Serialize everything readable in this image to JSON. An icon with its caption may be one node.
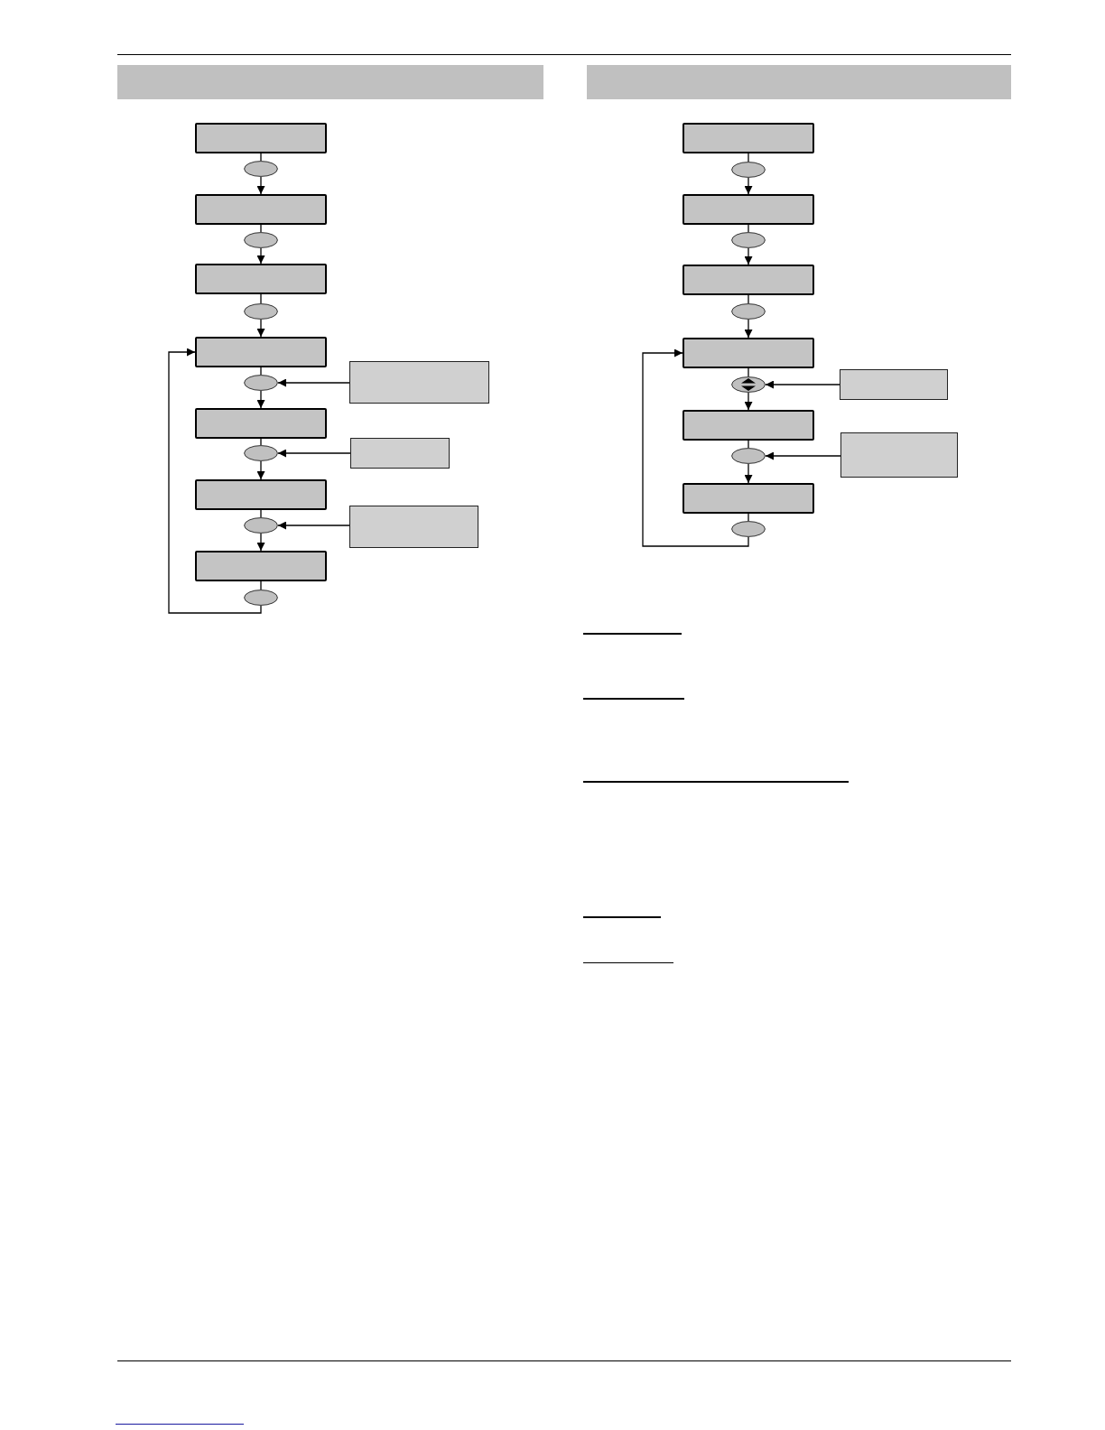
{
  "diagram": {
    "nodes": [
      {
        "text": [],
        "shape": "box"
      },
      {
        "text": [],
        "shape": "oval"
      },
      {
        "text": [],
        "shape": "box"
      },
      {
        "text": [],
        "shape": "oval"
      },
      {
        "text": [],
        "shape": "box"
      },
      {
        "text": [],
        "shape": "oval"
      },
      {
        "text": [],
        "shape": "box"
      },
      {
        "text": [],
        "shape": "oval"
      },
      {
        "text": [],
        "shape": "box"
      },
      {
        "text": [],
        "shape": "box"
      },
      {
        "text": [],
        "shape": "oval"
      },
      {
        "text": [],
        "shape": "box"
      },
      {
        "text": [],
        "shape": "box"
      },
      {
        "text": [],
        "shape": "oval"
      },
      {
        "text": [],
        "shape": "box"
      },
      {
        "text": [],
        "shape": "box"
      },
      {
        "text": [],
        "shape": "oval"
      },
      {
        "text": [],
        "shape": "box"
      },
      {
        "text": [],
        "shape": "oval"
      },
      {
        "text": [],
        "shape": "box"
      },
      {
        "text": [],
        "shape": "oval"
      },
      {
        "text": [],
        "shape": "box"
      },
      {
        "text": [],
        "shape": "oval"
      },
      {
        "text": [],
        "shape": "box"
      },
      {
        "text": [],
        "shape": "oval"
      },
      {
        "text": [],
        "shape": "box"
      },
      {
        "text": [],
        "shape": "box"
      },
      {
        "text": [],
        "shape": "oval"
      },
      {
        "text": [],
        "shape": "box"
      },
      {
        "text": [],
        "shape": "box"
      },
      {
        "text": [],
        "shape": "oval"
      }
    ],
    "edges": [
      {
        "from": 0,
        "to": 1,
        "arrow": "none"
      },
      {
        "from": 1,
        "to": 2,
        "arrow": "to"
      },
      {
        "from": 2,
        "to": 3,
        "arrow": "none"
      },
      {
        "from": 3,
        "to": 4,
        "arrow": "to"
      },
      {
        "from": 4,
        "to": 5,
        "arrow": "none"
      },
      {
        "from": 5,
        "to": 6,
        "arrow": "to"
      },
      {
        "from": 6,
        "to": 7,
        "arrow": "none"
      },
      {
        "from": 8,
        "to": 7,
        "arrow": "to"
      },
      {
        "from": 7,
        "to": 9,
        "arrow": "to"
      },
      {
        "from": 9,
        "to": 10,
        "arrow": "none"
      },
      {
        "from": 11,
        "to": 10,
        "arrow": "to"
      },
      {
        "from": 10,
        "to": 12,
        "arrow": "to"
      },
      {
        "from": 12,
        "to": 13,
        "arrow": "none"
      },
      {
        "from": 14,
        "to": 13,
        "arrow": "to"
      },
      {
        "from": 13,
        "to": 15,
        "arrow": "to"
      },
      {
        "from": 15,
        "to": 16,
        "arrow": "none"
      },
      {
        "from": 16,
        "to": 6,
        "arrow": "to"
      },
      {
        "from": 17,
        "to": 18,
        "arrow": "none"
      },
      {
        "from": 18,
        "to": 19,
        "arrow": "to"
      },
      {
        "from": 19,
        "to": 20,
        "arrow": "none"
      },
      {
        "from": 20,
        "to": 21,
        "arrow": "to"
      },
      {
        "from": 21,
        "to": 22,
        "arrow": "none"
      },
      {
        "from": 22,
        "to": 23,
        "arrow": "to"
      },
      {
        "from": 23,
        "to": 24,
        "arrow": "none"
      },
      {
        "from": 25,
        "to": 24,
        "arrow": "to"
      },
      {
        "from": 24,
        "to": 26,
        "arrow": "to"
      },
      {
        "from": 26,
        "to": 27,
        "arrow": "none"
      },
      {
        "from": 28,
        "to": 27,
        "arrow": "to"
      },
      {
        "from": 27,
        "to": 29,
        "arrow": "to"
      },
      {
        "from": 29,
        "to": 30,
        "arrow": "none"
      },
      {
        "from": 30,
        "to": 23,
        "arrow": "to"
      }
    ]
  }
}
